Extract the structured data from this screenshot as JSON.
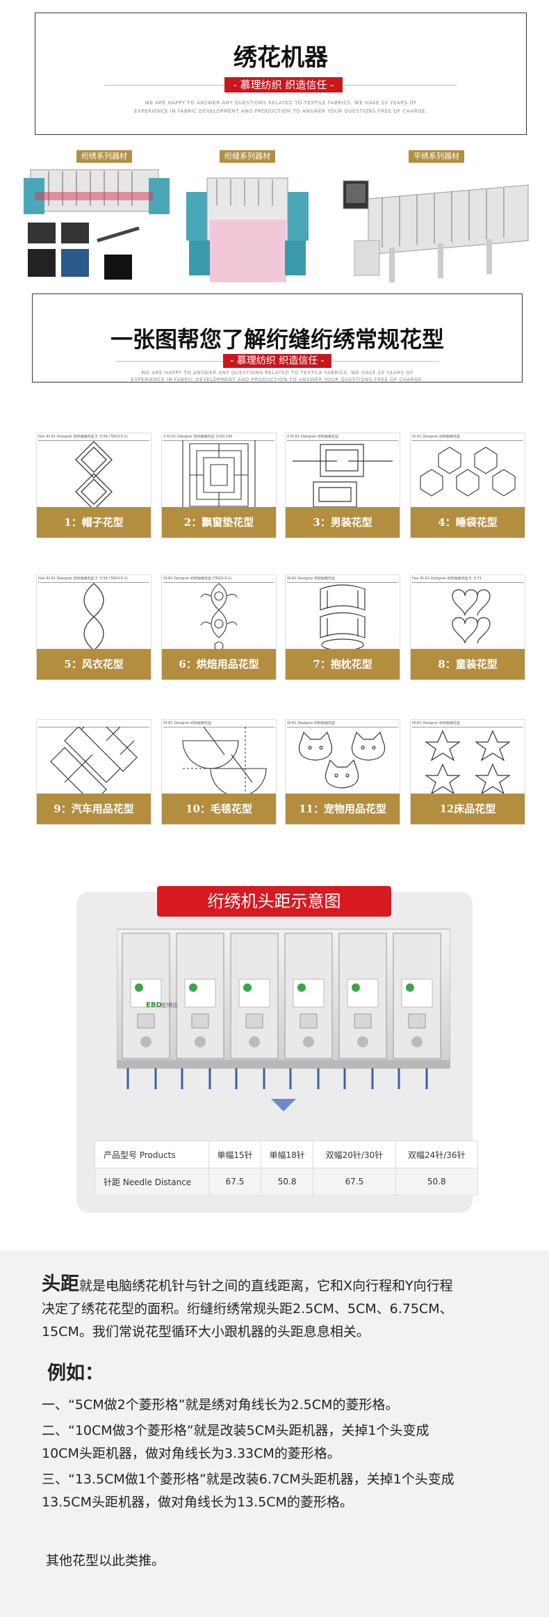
{
  "header1": {
    "title": "绣花机器",
    "slogan": "- 慕理纺织 织造信任 -",
    "tiny1": "WE ARE HAPPY TO ANSWER ANY QUESTIONS RELATED TO TEXTILE FABRICS. WE HAVE 20 YEARS OF",
    "tiny2": "EXPERIENCE IN FABRIC DEVELOPMENT AND PRODUCTION TO ANSWER YOUR QUESTIONS FREE OF CHARGE."
  },
  "machines": [
    {
      "label": "绗绣系列器材"
    },
    {
      "label": "绗缝系列器材"
    },
    {
      "label": "平绣系列器材"
    }
  ],
  "header2": {
    "title": "一张图帮您了解绗缝绗绣常规花型",
    "slogan": "- 慕理纺织 织造信任 -",
    "tiny1": "WE ARE HAPPY TO ANSWER ANY QUESTIONS RELATED TO TEXTILE FABRICS. WE HAVE 20 YEARS OF",
    "tiny2": "EXPERIENCE IN FABRIC DEVELOPMENT AND PRODUCTION TO ANSWER YOUR QUESTIONS FREE OF CHARGE."
  },
  "patterns": [
    {
      "caption": "1：帽子花型",
      "hdr": "Han ID-61 Designer    纺织服装花型      E: 0.56   (7RG3-5-1)"
    },
    {
      "caption": "2：飘窗垫花型",
      "hdr": "d ID-61 Designer    纺织服装花型      2200-100"
    },
    {
      "caption": "3：男装花型",
      "hdr": "d ID-61 Designer    纺织服装花型"
    },
    {
      "caption": "4：睡袋花型",
      "hdr": "ID-61 Designer    纺织服装花型"
    },
    {
      "caption": "5：风衣花型",
      "hdr": "Han ID-61 Designer    纺织服装花型      E: 0.56   (7RG3-5-1)"
    },
    {
      "caption": "6：烘焙用品花型",
      "hdr": "ID-61 Designer    纺织服装花型      (7RG3-5-1)"
    },
    {
      "caption": "7：抱枕花型",
      "hdr": "ID-61 Designer    纺织服装花型"
    },
    {
      "caption": "8：童装花型",
      "hdr": "Han ID-61 Designer    纺织服装花型      E: 0.71"
    },
    {
      "caption": "9：汽车用品花型",
      "hdr": ""
    },
    {
      "caption": "10：毛毯花型",
      "hdr": "ID-61 Designer    纺织服装花型"
    },
    {
      "caption": "11：宠物用品花型",
      "hdr": "ID-61 Designer    纺织服装花型"
    },
    {
      "caption": "12床品花型",
      "hdr": "ID-61 Designer    纺织服装花型"
    }
  ],
  "headDistance": {
    "title": "绗绣机头距示意图",
    "brand": "EBD",
    "brandSub": "宏博达",
    "table": {
      "row1": [
        "产品型号 Products",
        "单幅15针",
        "单幅18针",
        "双幅20针/30针",
        "双幅24针/36针"
      ],
      "row2": [
        "针距 Needle Distance",
        "67.5",
        "50.8",
        "67.5",
        "50.8"
      ]
    }
  },
  "text": {
    "p1_bold": "头距",
    "p1_rest_line1": "就是电脑绣花机针与针之间的直线距离，它和X向行程和Y向行程",
    "p1_line2": "决定了绣花花型的面积。绗缝绗绣常规头距2.5CM、5CM、6.75CM、",
    "p1_line3": "15CM。我们常说花型循环大小跟机器的头距息息相关。",
    "example_title": "例如：",
    "ex1": "一、“5CM做2个菱形格”就是绣对角线长为2.5CM的菱形格。",
    "ex2a": "二、“10CM做3个菱形格”就是改装5CM头距机器，关掉1个头变成",
    "ex2b": "10CM头距机器，做对角线长为3.33CM的菱形格。",
    "ex3a": "三、“13.5CM做1个菱形格”就是改装6.7CM头距机器，关掉1个头变成",
    "ex3b": "13.5CM头距机器，做对角线长为13.5CM的菱形格。",
    "closing": "其他花型以此类推。"
  }
}
